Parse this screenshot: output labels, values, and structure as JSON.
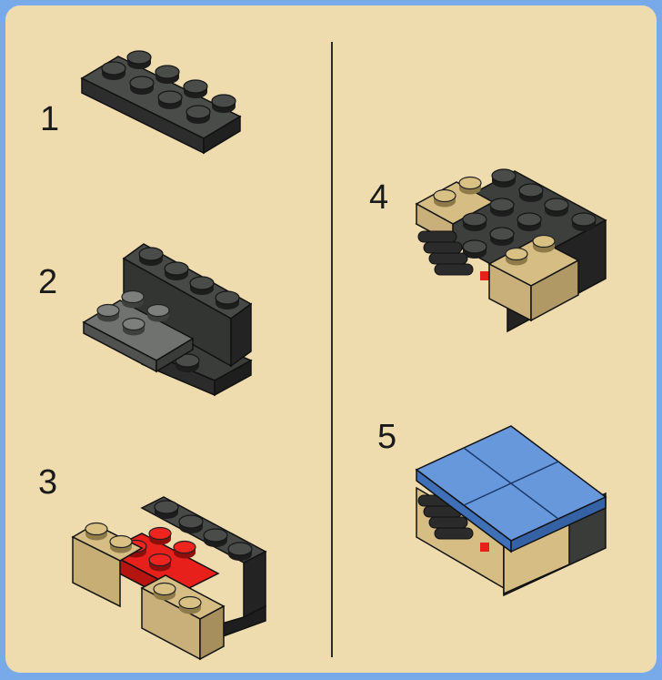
{
  "steps": [
    {
      "number": "1"
    },
    {
      "number": "2"
    },
    {
      "number": "3"
    },
    {
      "number": "4"
    },
    {
      "number": "5"
    }
  ],
  "colors": {
    "frame": "#78a9e9",
    "background": "#efdcae",
    "black_brick": "#3a3c3a",
    "dark_gray_brick": "#6d706d",
    "tan_brick": "#d5bd84",
    "red_brick": "#e8201c",
    "blue_tile": "#6898dc"
  }
}
